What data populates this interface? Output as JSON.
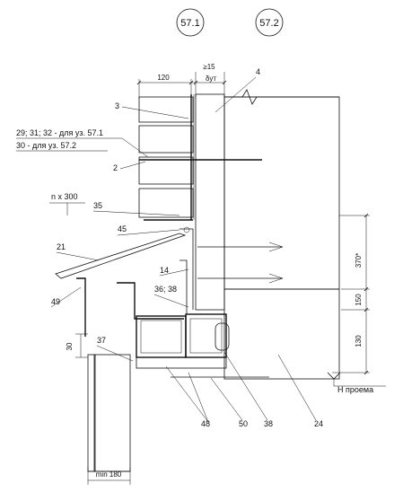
{
  "sheet": {
    "node_a": "57.1",
    "node_b": "57.2"
  },
  "dimensions": {
    "cladding_width": "120",
    "gap_min": "≥15",
    "insulation_thickness": "δут",
    "height_upper": "370*",
    "height_middle": "150",
    "height_lower": "130",
    "offset_30": "30",
    "min_width": "min 180",
    "opening_level": "Н проема"
  },
  "callouts": {
    "c3": "3",
    "c4": "4",
    "c29": "29; 31; 32 - для уз. 57.1",
    "c30": "30 - для уз. 57.2",
    "c2": "2",
    "c_nx300": "n x 300",
    "c35": "35",
    "c45": "45",
    "c21": "21",
    "c14": "14",
    "c36": "36; 38",
    "c49": "49",
    "c37": "37",
    "c48": "48",
    "c50": "50",
    "c38": "38",
    "c24": "24"
  },
  "colors": {
    "line": "#111111",
    "hatch": "#555555",
    "background": "#ffffff"
  }
}
